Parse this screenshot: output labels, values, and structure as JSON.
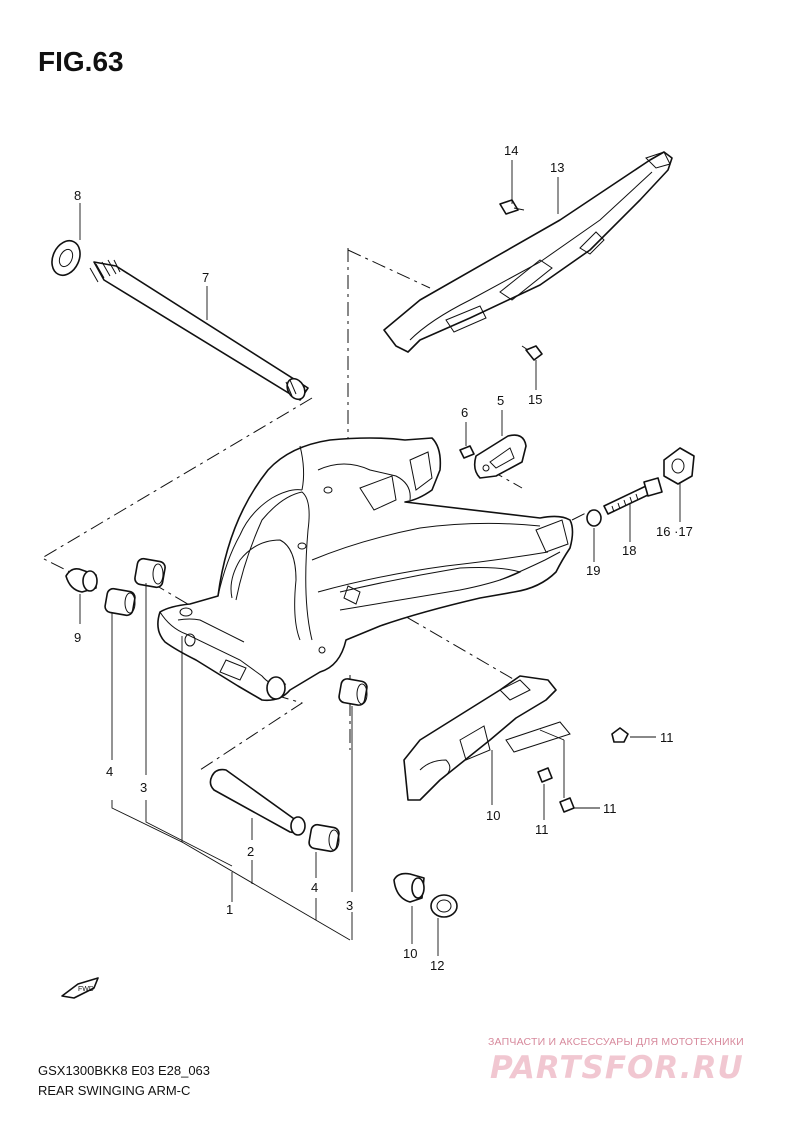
{
  "figure": {
    "title": "FIG.63",
    "model_code": "GSX1300BKK8 E03 E28_063",
    "section_name": "REAR SWINGING ARM-C"
  },
  "callouts": {
    "c1": "1",
    "c2": "2",
    "c3a": "3",
    "c3b": "3",
    "c4a": "4",
    "c4b": "4",
    "c5": "5",
    "c6": "6",
    "c7": "7",
    "c8": "8",
    "c9": "9",
    "c10a": "10",
    "c10b": "10",
    "c11a": "11",
    "c11b": "11",
    "c11c": "11",
    "c12": "12",
    "c13": "13",
    "c14": "14",
    "c15": "15",
    "c1617": "16 ·17",
    "c18": "18",
    "c19": "19"
  },
  "fwd_label": "FWD",
  "watermark": {
    "tagline": "ЗАПЧАСТИ И АКСЕССУАРЫ ДЛЯ МОТОТЕХНИКИ",
    "logo": "PARTSFOR.RU"
  },
  "colors": {
    "line": "#111111",
    "watermark": "#e8a3b4"
  }
}
